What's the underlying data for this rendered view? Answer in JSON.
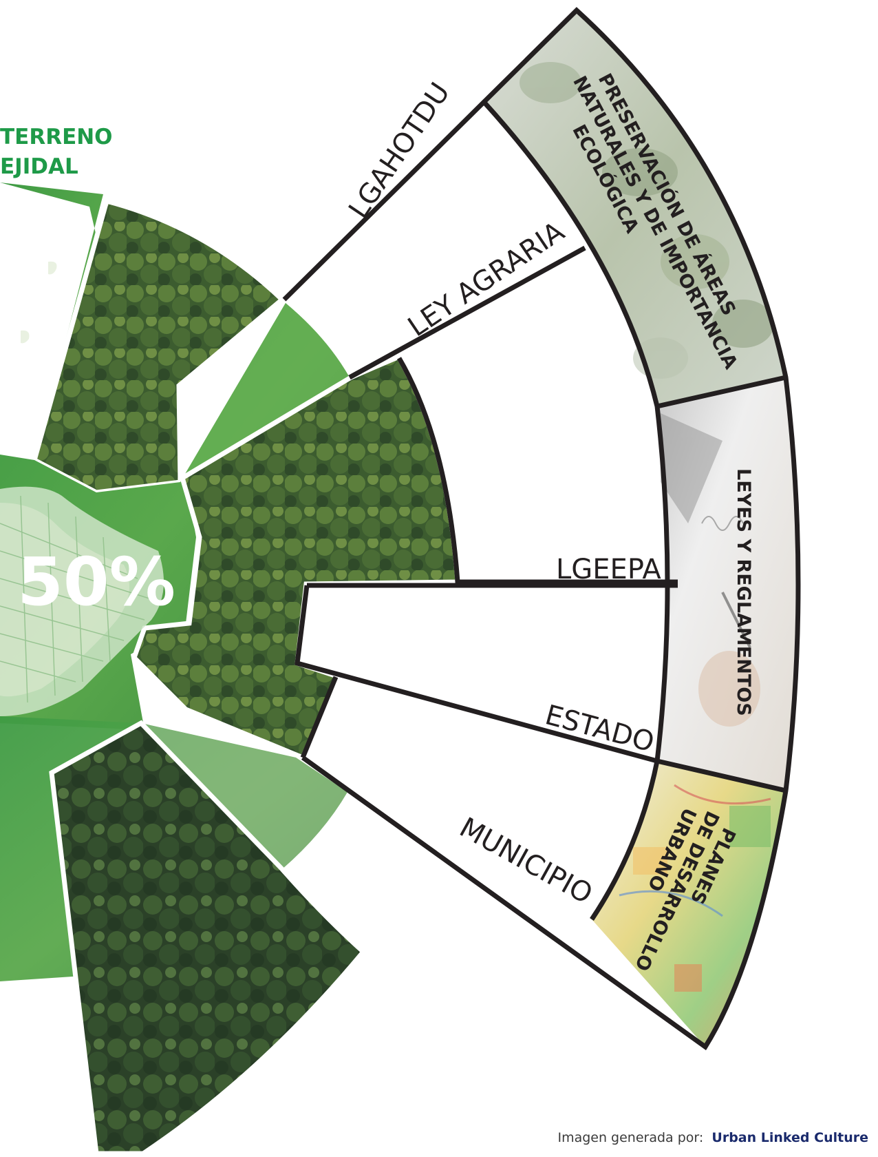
{
  "title": {
    "line1": "TERRENO",
    "line2": "EJIDAL"
  },
  "center_value": "50%",
  "spokes": [
    {
      "label": "LGAHOTDU"
    },
    {
      "label": "LEY AGRARIA"
    },
    {
      "label": "LGEEPA"
    },
    {
      "label": "ESTADO"
    },
    {
      "label": "MUNICIPIO"
    }
  ],
  "outer_segments": [
    {
      "lines": [
        "PRESERVACIÓN DE ÁREAS",
        "NATURALES Y DE IMPORTANCIA",
        "ECOLÓGICA"
      ]
    },
    {
      "lines": [
        "LEYES Y REGLAMENTOS"
      ]
    },
    {
      "lines": [
        "PLANES",
        "DE DESARROLLO",
        "URBANO"
      ]
    }
  ],
  "credit": {
    "prefix": "Imagen generada por:",
    "author": "Urban Linked Culture"
  },
  "colors": {
    "green": "#1e9a48",
    "outline": "#231f20",
    "author": "#1a2a6c"
  }
}
